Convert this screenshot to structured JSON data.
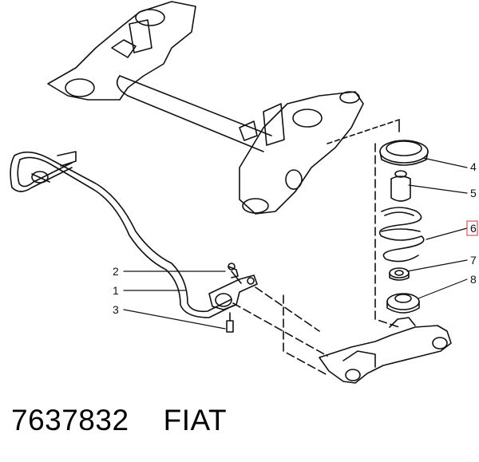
{
  "diagram": {
    "callouts": [
      {
        "id": "1",
        "label": "1"
      },
      {
        "id": "2",
        "label": "2"
      },
      {
        "id": "3",
        "label": "3"
      },
      {
        "id": "4",
        "label": "4"
      },
      {
        "id": "5",
        "label": "5"
      },
      {
        "id": "6",
        "label": "6",
        "highlighted": true
      },
      {
        "id": "7",
        "label": "7"
      },
      {
        "id": "8",
        "label": "8"
      }
    ],
    "highlight_color": "#d33333"
  },
  "caption": {
    "part_number": "7637832",
    "brand": "FIAT"
  }
}
